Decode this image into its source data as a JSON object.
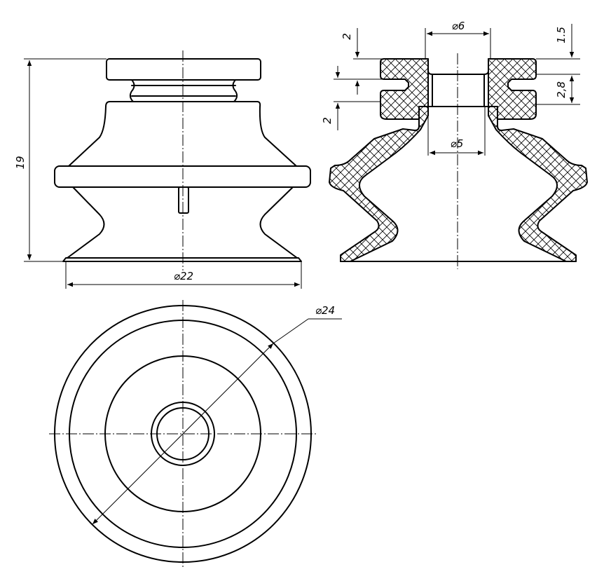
{
  "dimensions": {
    "overall_height": "19",
    "base_diameter": "⌀22",
    "outer_diameter": "⌀24",
    "top_bore": "⌀6",
    "inner_bore": "⌀5",
    "top_thickness": "2",
    "groove_width": "2",
    "top_step": "1.5",
    "groove_depth": "2,8"
  }
}
